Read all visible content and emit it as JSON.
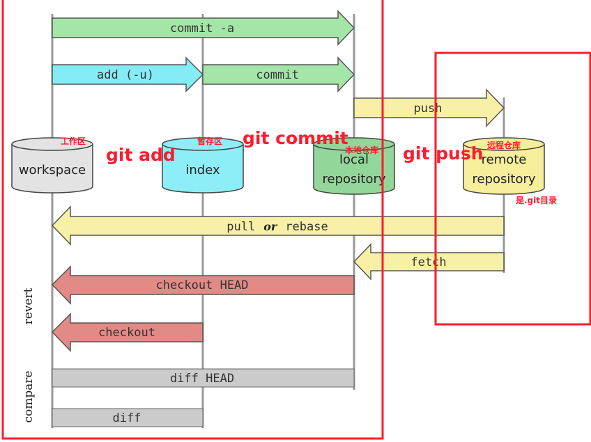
{
  "colors": {
    "green": "#a4e5a8",
    "cyan": "#83ecf5",
    "yellow": "#f7f0a6",
    "red": "#e28a85",
    "gray": "#cbcbcb",
    "workspace_fill": "#e3e3e3",
    "index_fill": "#8eeef8",
    "local_fill": "#93d69a",
    "remote_fill": "#f7ee9b",
    "annotation": "#ff1b2d"
  },
  "arrows": {
    "commit_a": "commit -a",
    "add_u": "add (-u)",
    "commit": "commit",
    "push": "push",
    "pull_prefix": "pull",
    "pull_or": "or",
    "pull_suffix": "rebase",
    "fetch": "fetch",
    "checkout_head": "checkout HEAD",
    "checkout": "checkout",
    "diff_head": "diff HEAD",
    "diff": "diff"
  },
  "stores": {
    "workspace": "workspace",
    "index": "index",
    "local_line1": "local",
    "local_line2": "repository",
    "remote_line1": "remote",
    "remote_line2": "repository"
  },
  "side_labels": {
    "revert": "revert",
    "compare": "compare"
  },
  "annotations": {
    "workspace_cn": "工作区",
    "git_add": "git add",
    "index_cn": "暂存区",
    "git_commit": "git commit",
    "local_cn": "本地仓库",
    "git_push": "git push",
    "remote_cn": "远程仓库",
    "git_dir": "是.git目录"
  }
}
